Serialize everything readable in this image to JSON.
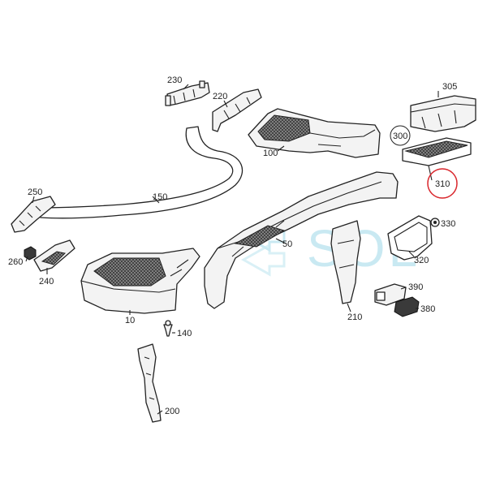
{
  "diagram": {
    "callouts": {
      "p10": "10",
      "p50": "50",
      "p100": "100",
      "p140": "140",
      "p150": "150",
      "p200": "200",
      "p210": "210",
      "p220": "220",
      "p230": "230",
      "p240": "240",
      "p250": "250",
      "p260": "260",
      "p300": "300",
      "p305": "305",
      "p310": "310",
      "p320": "320",
      "p330": "330",
      "p380": "380",
      "p390": "390"
    },
    "highlight": {
      "part": "310",
      "color": "#d9262c"
    },
    "watermark": {
      "text": "SOL",
      "color": "#c9e9f2"
    }
  }
}
